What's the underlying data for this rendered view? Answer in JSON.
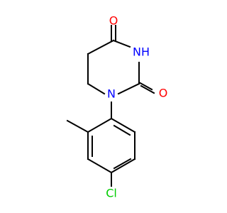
{
  "molecule": {
    "atoms": {
      "o1": {
        "label": "O",
        "color": "#ff0000"
      },
      "o2": {
        "label": "O",
        "color": "#ff0000"
      },
      "nh": {
        "label": "NH",
        "color": "#0000ff"
      },
      "n1": {
        "label": "N",
        "color": "#0000ff"
      },
      "cl": {
        "label": "Cl",
        "color": "#00cc00"
      }
    }
  }
}
